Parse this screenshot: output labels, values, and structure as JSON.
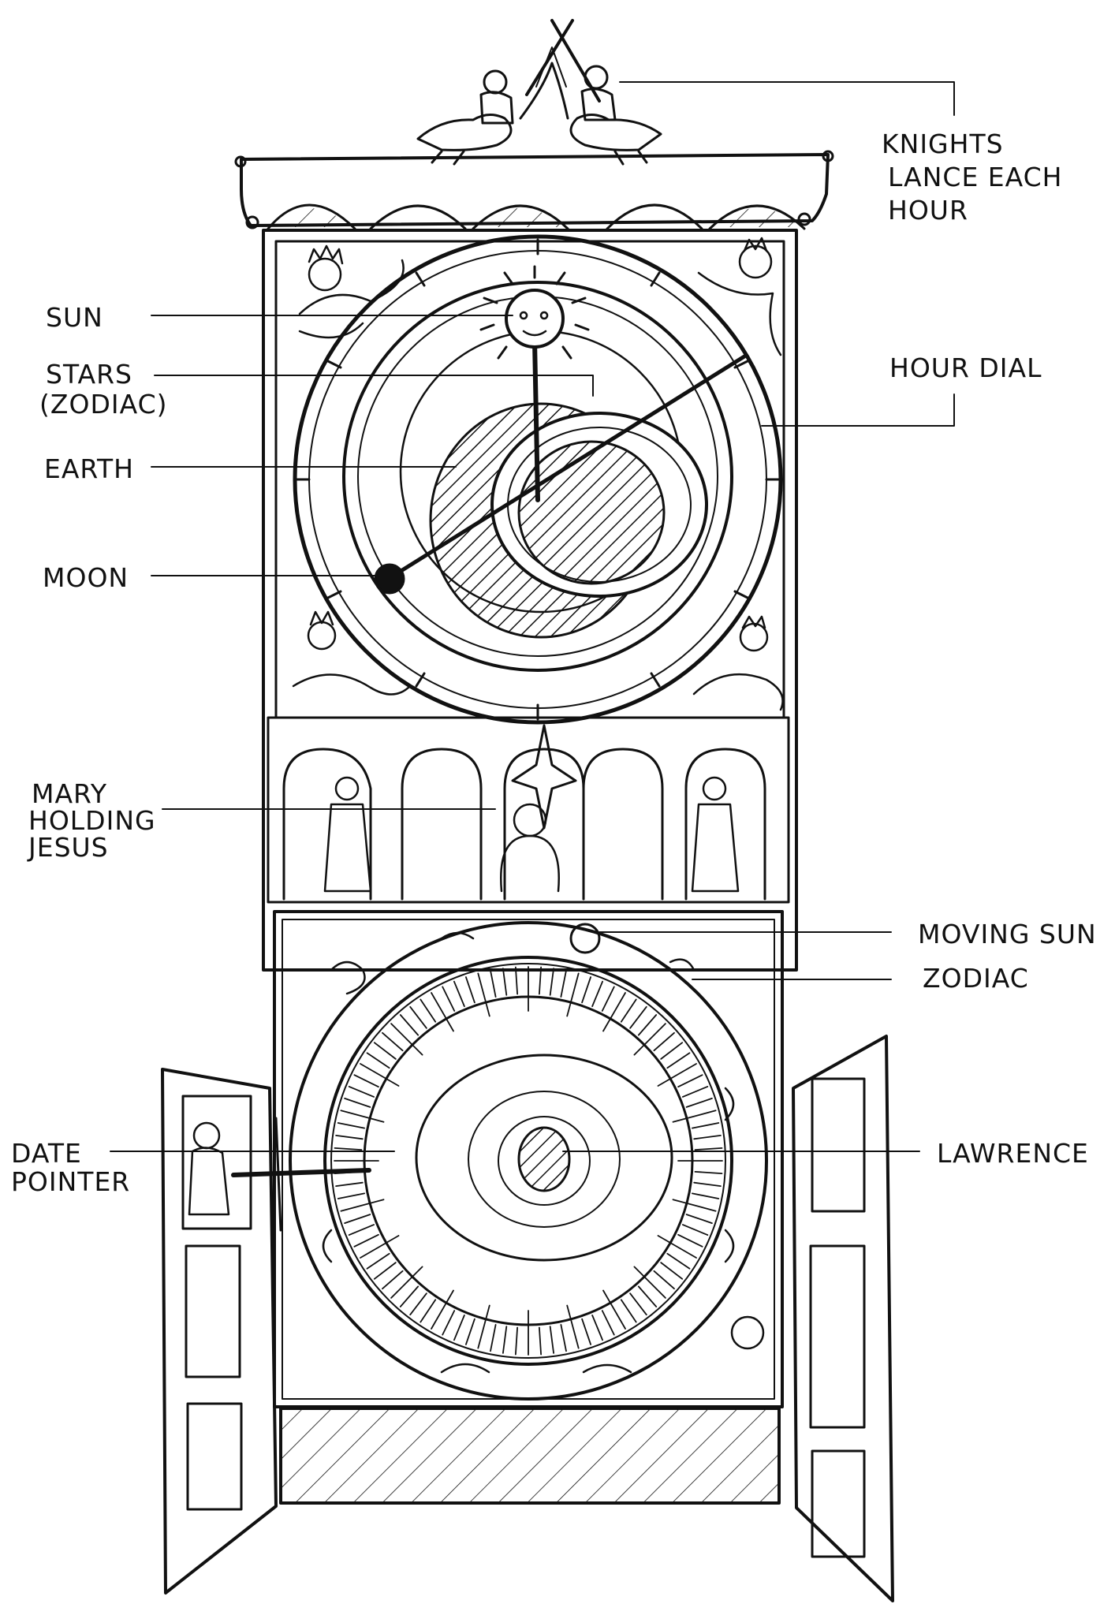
{
  "colors": {
    "ink": "#111111",
    "paper": "#ffffff"
  },
  "labels": {
    "knights": [
      "KNIGHTS",
      "LANCE EACH",
      "HOUR"
    ],
    "sun": "SUN",
    "stars": [
      "STARS",
      "(ZODIAC)"
    ],
    "earth": "EARTH",
    "moon": "MOON",
    "hour_dial": "HOUR DIAL",
    "mary": [
      "MARY",
      "HOLDING",
      "JESUS"
    ],
    "moving_sun": "MOVING SUN",
    "zodiac": "ZODIAC",
    "date_pointer": [
      "DATE",
      "POINTER"
    ],
    "lawrence": "LAWRENCE"
  }
}
